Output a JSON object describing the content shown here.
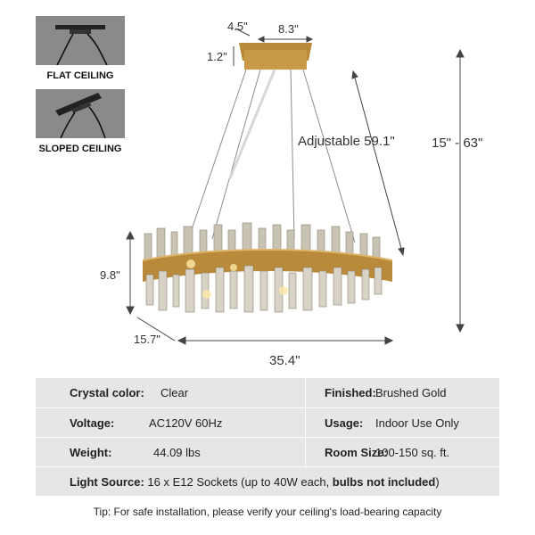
{
  "mounts": [
    {
      "label": "FLAT CEILING"
    },
    {
      "label": "SLOPED CEILING"
    }
  ],
  "dimensions": {
    "canopy_depth": "4.5\"",
    "canopy_length": "8.3\"",
    "canopy_height": "1.2\"",
    "adjustable": "Adjustable 59.1\"",
    "total_height": "15\" - 63\"",
    "body_height": "9.8\"",
    "body_depth": "15.7\"",
    "body_length": "35.4\""
  },
  "specs": {
    "rows": [
      {
        "label1": "Crystal color:",
        "value1": "Clear",
        "label2": "Finished:",
        "value2": "Brushed Gold"
      },
      {
        "label1": "Voltage:",
        "value1": "AC120V 60Hz",
        "label2": "Usage:",
        "value2": "Indoor Use Only"
      },
      {
        "label1": "Weight:",
        "value1": "44.09 lbs",
        "label2": "Room Size:",
        "value2": "100-150 sq. ft."
      }
    ],
    "light_source": {
      "label": "Light Source:",
      "text": "16 x E12 Sockets (up to 40W each, ",
      "bold": "bulbs not included",
      "close": ")"
    }
  },
  "tip": "Tip: For safe installation, please verify your ceiling's load-bearing capacity",
  "colors": {
    "gold": "#b98a3a",
    "gray_panel": "#e6e6e6",
    "mount_bg": "#8a8a8a"
  }
}
